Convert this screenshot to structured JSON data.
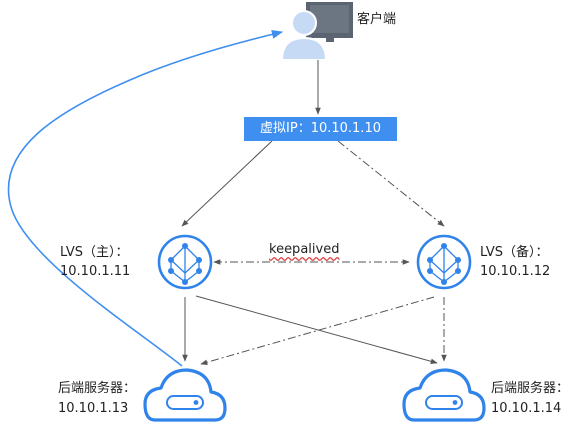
{
  "client": {
    "label": "客户端",
    "icon": "client-computer-icon"
  },
  "vip": {
    "label": "虚拟IP：10.10.1.10"
  },
  "lvs_master": {
    "title": "LVS（主）：",
    "ip": "10.10.1.11",
    "icon": "load-balancer-icon"
  },
  "lvs_backup": {
    "title": "LVS（备）：",
    "ip": "10.10.1.12",
    "icon": "load-balancer-icon"
  },
  "keepalived": {
    "label": "keepalived"
  },
  "backend_1": {
    "title": "后端服务器：",
    "ip": "10.10.1.13",
    "icon": "cloud-server-icon"
  },
  "backend_2": {
    "title": "后端服务器：",
    "ip": "10.10.1.14",
    "icon": "cloud-server-icon"
  },
  "colors": {
    "accent": "#3f8ff0",
    "icon_blue": "#2f83ea",
    "line": "#555555"
  }
}
